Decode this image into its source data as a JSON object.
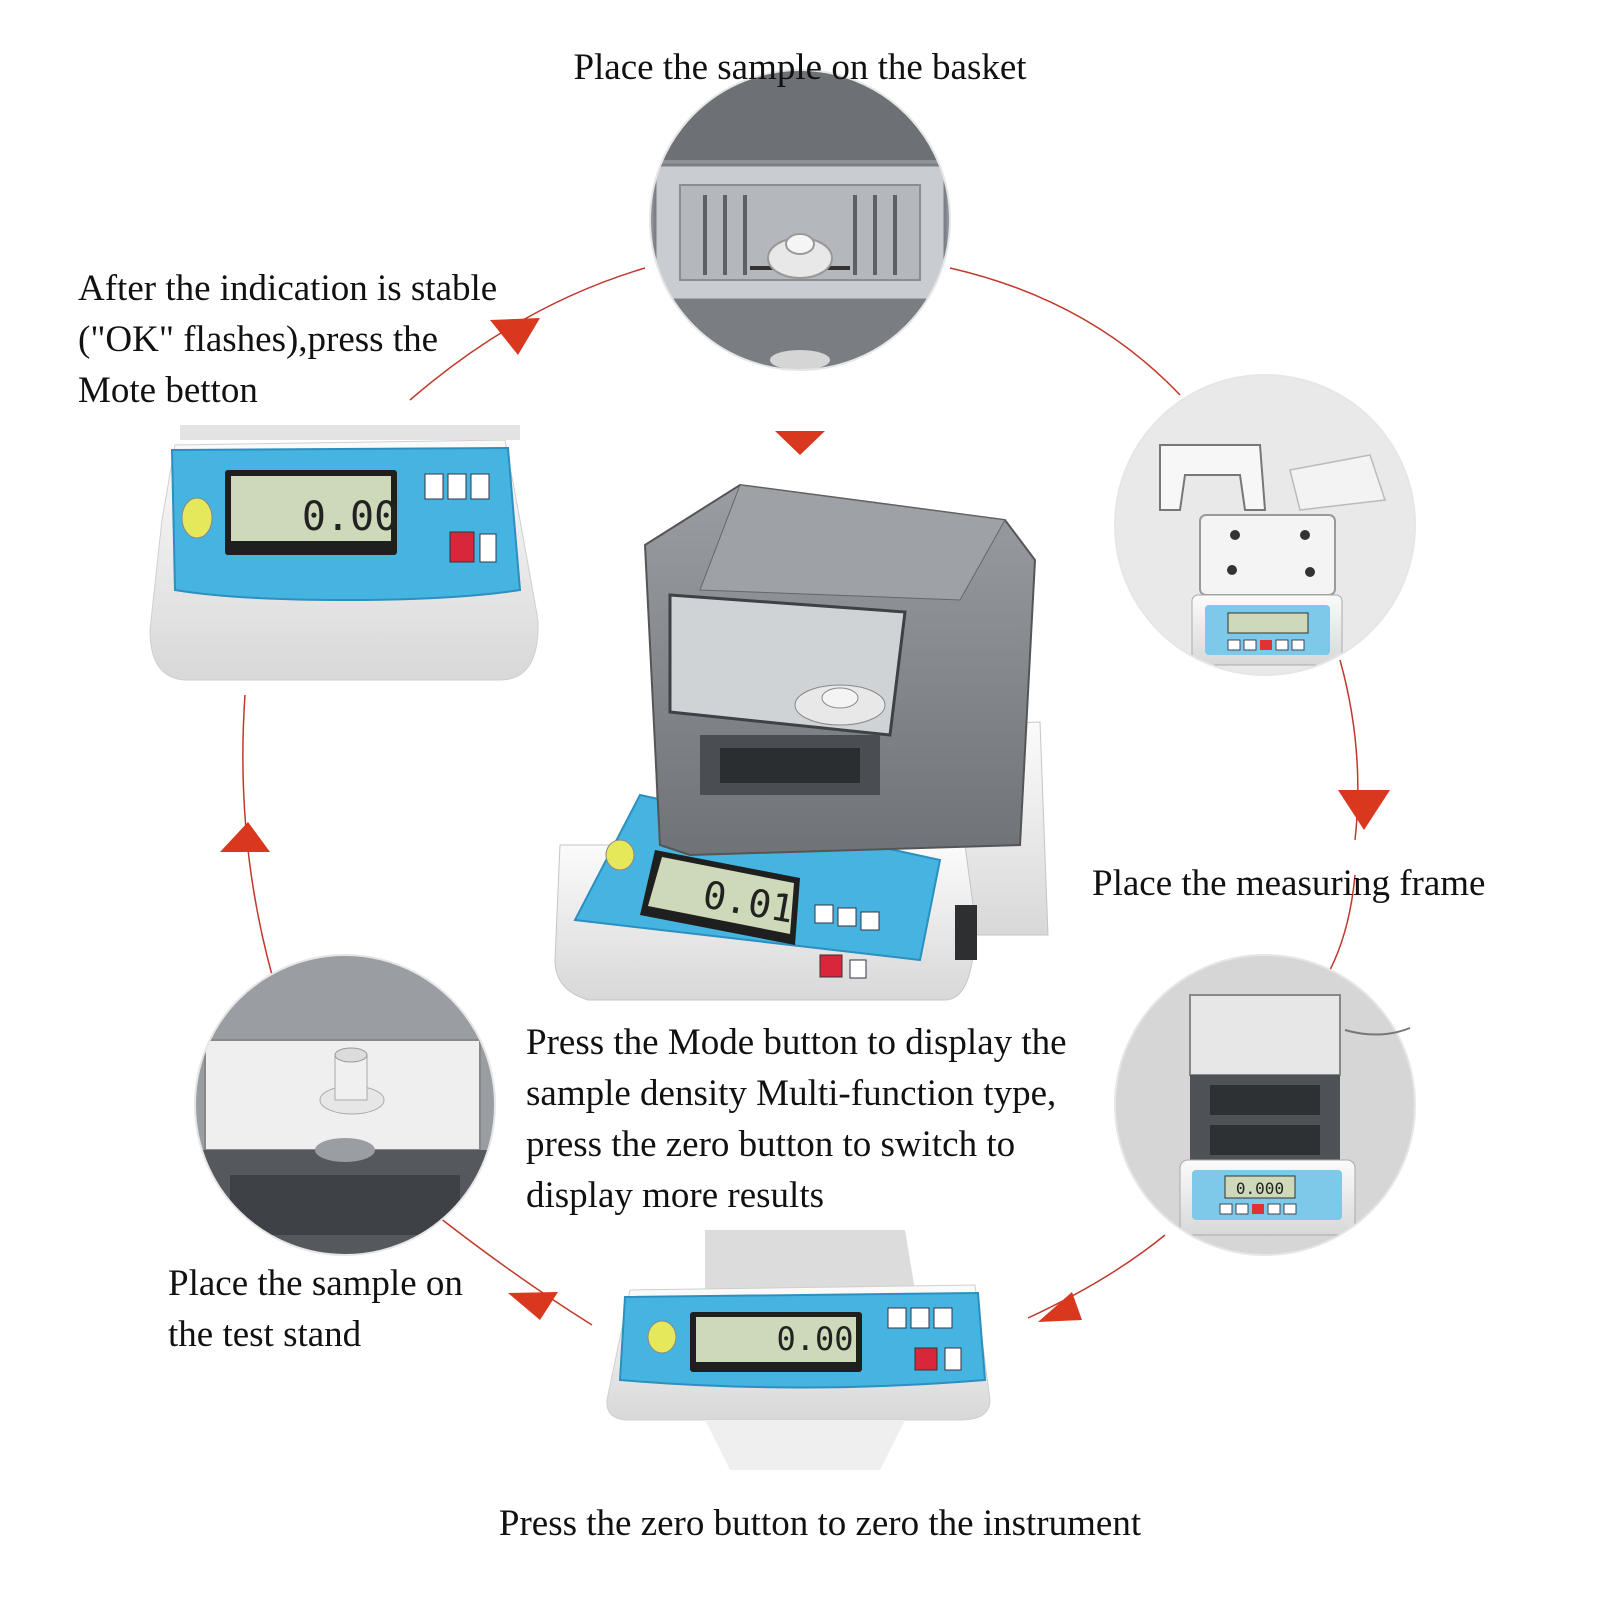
{
  "steps": {
    "basket": "Place the sample on the basket",
    "frame": "Place the measuring frame",
    "instrument": "Press the zero button to zero the instrument",
    "stand": "Place the sample on\nthe test stand",
    "stable": "After the indication is stable\n(\"OK\" flashes),press the\nMote betton",
    "mode": "Press the Mode button to display the\nsample density Multi-function type,\npress the zero button to switch to\n display more results"
  },
  "readouts": {
    "top_left": "0.00",
    "center": "0.01",
    "bottom": "0.00",
    "right": "0.000"
  },
  "colors": {
    "arrow": "#d9381e",
    "panel": "#46b4e0",
    "lcd": "#cdd9b8",
    "cycle_line": "#c0392b"
  }
}
